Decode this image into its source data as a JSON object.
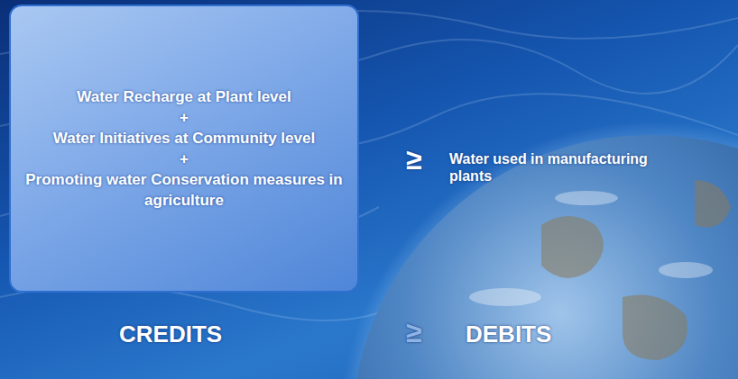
{
  "diagram": {
    "nodes": [
      {
        "text": [
          "Water Recharge at Plant level",
          "+",
          "Water Initiatives at Community level",
          "+",
          "Promoting water Conservation measures in agriculture"
        ]
      }
    ],
    "labels": [
      "≥",
      "Water used in manufacturing plants",
      "CREDITS",
      "≥",
      "DEBITS"
    ]
  }
}
